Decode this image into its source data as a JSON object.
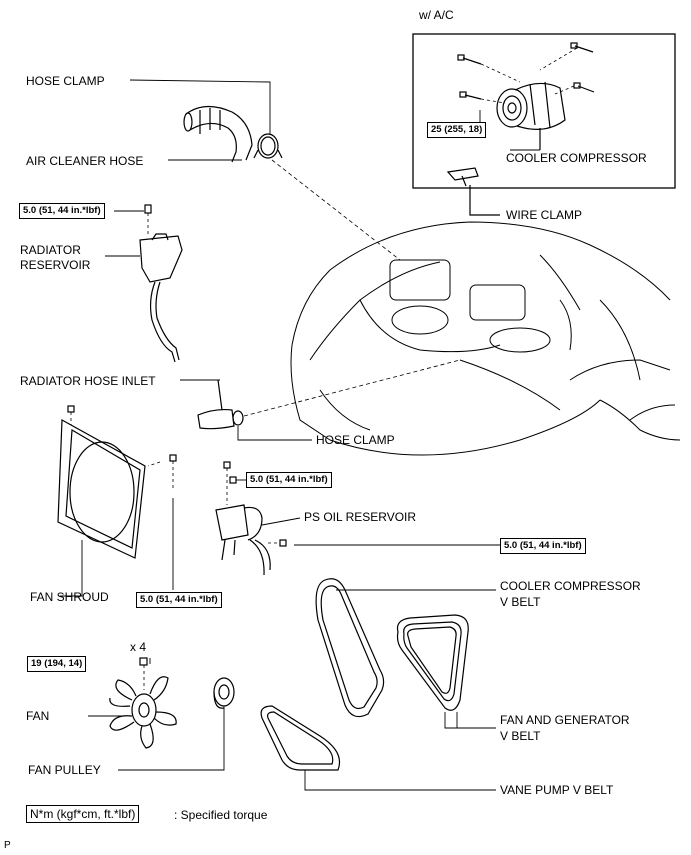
{
  "header": {
    "variant": "w/ A/C"
  },
  "labels": {
    "hose_clamp_top": "HOSE CLAMP",
    "air_cleaner_hose": "AIR CLEANER HOSE",
    "radiator_reservoir_line1": "RADIATOR",
    "radiator_reservoir_line2": "RESERVOIR",
    "radiator_hose_inlet": "RADIATOR HOSE INLET",
    "hose_clamp_mid": "HOSE CLAMP",
    "fan_shroud": "FAN SHROUD",
    "qty": "x 4",
    "fan": "FAN",
    "fan_pulley": "FAN PULLEY",
    "cooler_compressor": "COOLER COMPRESSOR",
    "wire_clamp": "WIRE CLAMP",
    "ps_oil_reservoir": "PS OIL RESERVOIR",
    "cooler_compressor_belt_line1": "COOLER COMPRESSOR",
    "cooler_compressor_belt_line2": "V BELT",
    "fan_generator_belt_line1": "FAN AND GENERATOR",
    "fan_generator_belt_line2": "V BELT",
    "vane_pump_belt": "VANE PUMP V BELT",
    "corner_mark": "P"
  },
  "torques": {
    "compressor_bolt": "25 (255, 18)",
    "reservoir_bolt": "5.0 (51, 44 in.*lbf)",
    "ps_bracket_bolt": "5.0 (51, 44 in.*lbf)",
    "ps_side_bolt": "5.0 (51, 44 in.*lbf)",
    "shroud_bolt": "5.0 (51, 44 in.*lbf)",
    "fan_nut": "19 (194, 14)"
  },
  "legend": {
    "unit_box": "N*m (kgf*cm, ft.*lbf)",
    "description": ": Specified torque"
  }
}
